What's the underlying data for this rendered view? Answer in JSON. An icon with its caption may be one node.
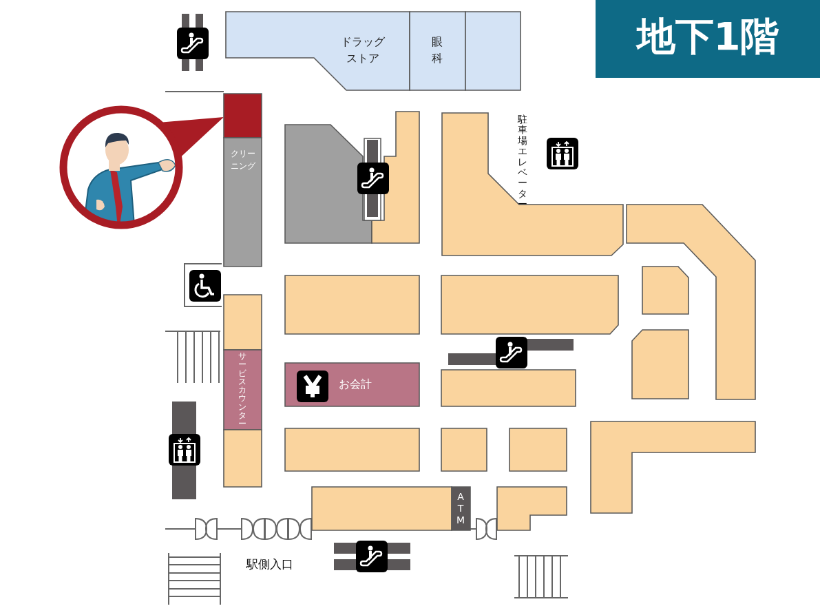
{
  "diagram": {
    "title": "地下1階",
    "nodes": [
      {
        "text": [
          "ドラッグストア"
        ]
      },
      {
        "text": [
          "眼科"
        ]
      },
      {
        "text": [],
        "shape": "box"
      },
      {
        "text": [],
        "shape": "box"
      },
      {
        "text": [
          "クリーニング"
        ]
      },
      {
        "text": [],
        "shape": "box"
      },
      {
        "text": [],
        "shape": "box"
      },
      {
        "text": [],
        "shape": "box"
      },
      {
        "text": [],
        "shape": "box"
      },
      {
        "text": [],
        "shape": "box"
      },
      {
        "text": [],
        "shape": "box"
      },
      {
        "text": [],
        "shape": "box"
      },
      {
        "text": [],
        "shape": "box"
      },
      {
        "text": [],
        "shape": "box"
      },
      {
        "text": [
          "サービスカウンター"
        ]
      },
      {
        "text": [
          "お会計"
        ]
      },
      {
        "text": [],
        "shape": "box"
      },
      {
        "text": [],
        "shape": "box"
      },
      {
        "text": [],
        "shape": "box"
      },
      {
        "text": [],
        "shape": "box"
      },
      {
        "text": [],
        "shape": "box"
      },
      {
        "text": [],
        "shape": "box"
      },
      {
        "text": [],
        "shape": "box"
      },
      {
        "text": [
          "ATM"
        ]
      },
      {
        "text": [],
        "shape": "box"
      }
    ],
    "labels": [
      "駐車場エレベーター",
      "駅側入口"
    ]
  }
}
